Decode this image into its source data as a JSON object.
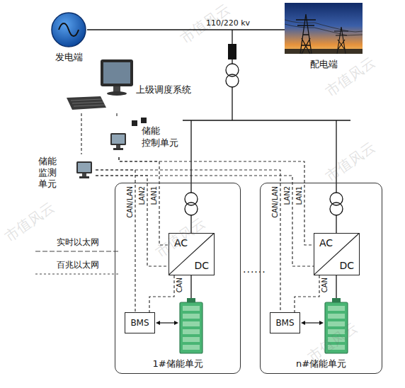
{
  "diagram": {
    "nodes": [
      {
        "text": [
          "发电端"
        ]
      },
      {
        "text": [
          "配电端"
        ]
      },
      {
        "text": [
          "上级调度系统"
        ]
      },
      {
        "text": [
          "储能 控制单元"
        ]
      },
      {
        "text": [
          "储能 监测 单元"
        ]
      },
      {
        "text": [
          "1#储能单元"
        ]
      },
      {
        "text": [
          "AC",
          "DC"
        ],
        "in": 5
      },
      {
        "text": [
          "BMS"
        ],
        "in": 5
      },
      {
        "text": [
          "n#储能单元"
        ]
      },
      {
        "text": [
          "AC",
          "DC"
        ],
        "in": 8
      },
      {
        "text": [
          "BMS"
        ],
        "in": 8
      }
    ],
    "edges": [
      {
        "from": 0,
        "to": 1,
        "label": "110/220 kv",
        "arrow": "none"
      },
      {
        "from": 2,
        "to": 3,
        "arrow": "none"
      },
      {
        "from": 2,
        "to": 4,
        "arrow": "none"
      },
      {
        "from": 4,
        "to": 7,
        "label": "CAN/LAN",
        "arrow": "none"
      },
      {
        "from": 4,
        "to": 6,
        "label": "LAN2",
        "arrow": "none"
      },
      {
        "from": 3,
        "to": 6,
        "label": "LAN1",
        "arrow": "none"
      },
      {
        "from": 6,
        "to": 7,
        "label": "CAN",
        "arrow": "none"
      },
      {
        "from": 4,
        "to": 10,
        "label": "CAN/LAN",
        "arrow": "none"
      },
      {
        "from": 4,
        "to": 9,
        "label": "LAN2",
        "arrow": "none"
      },
      {
        "from": 3,
        "to": 9,
        "label": "LAN1",
        "arrow": "none"
      },
      {
        "from": 9,
        "to": 10,
        "label": "CAN",
        "arrow": "none"
      }
    ],
    "labels": [
      "......",
      "市值风云",
      "市值风云",
      "市值风云",
      "市值风云",
      "市值风云",
      "市值风云"
    ],
    "legend": [
      {
        "text": "实时以太网"
      },
      {
        "text": "百兆以太网"
      }
    ]
  }
}
